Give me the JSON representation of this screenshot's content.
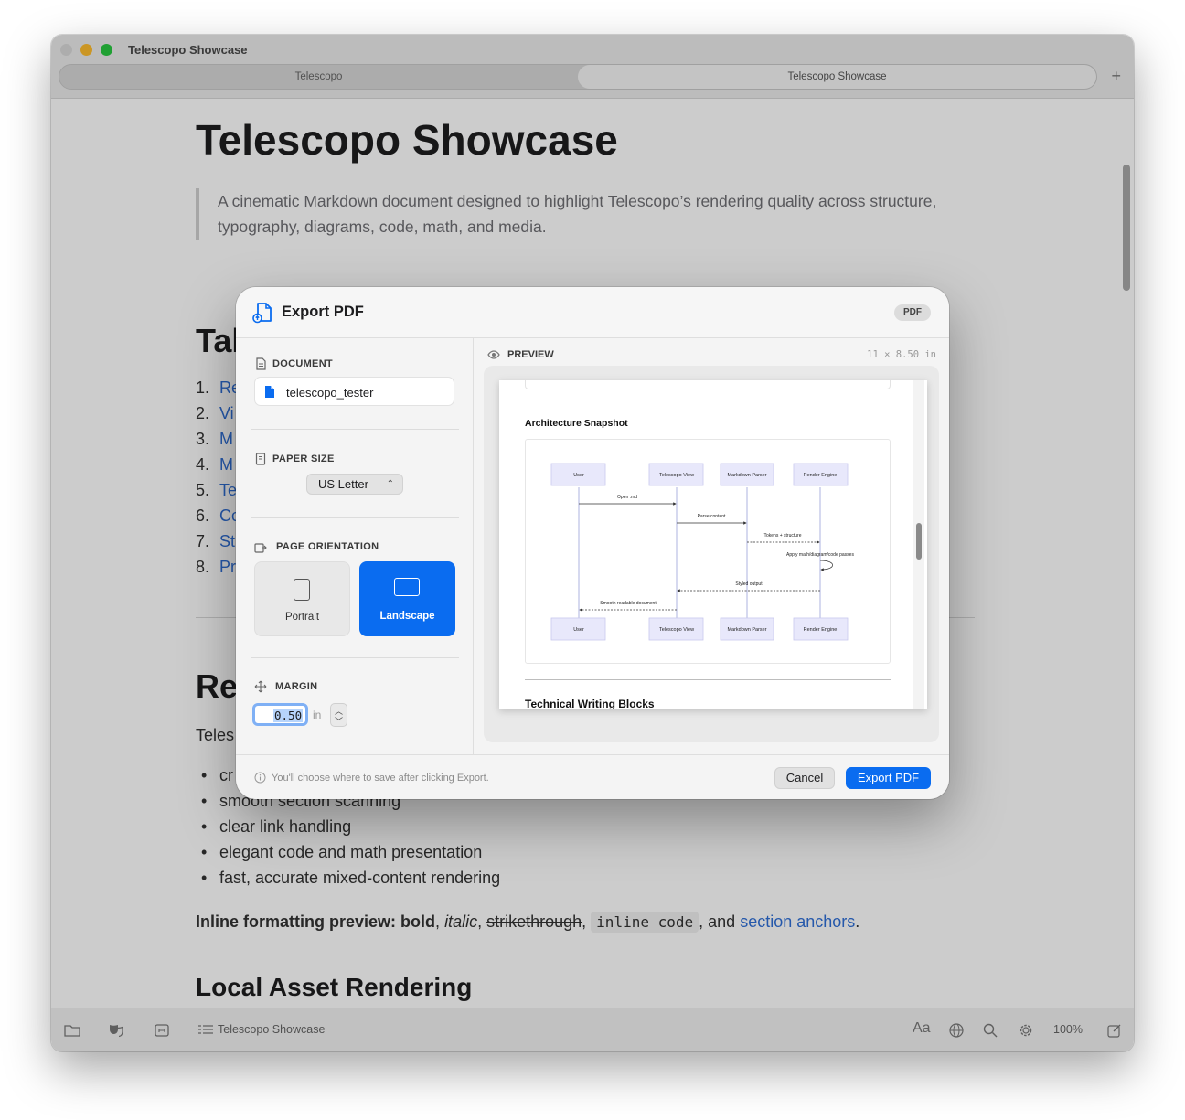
{
  "window": {
    "title": "Telescopo Showcase",
    "tabs": [
      {
        "label": "Telescopo",
        "active": false
      },
      {
        "label": "Telescopo Showcase",
        "active": true
      }
    ],
    "new_tab_label": "+"
  },
  "document": {
    "title": "Telescopo Showcase",
    "quote": "A cinematic Markdown document designed to highlight Telescopo’s rendering quality across structure, typography, diagrams, code, math, and media.",
    "toc_heading_partial": "Tal",
    "toc": [
      {
        "num": "1.",
        "text": "Re"
      },
      {
        "num": "2.",
        "text": "Vi"
      },
      {
        "num": "3.",
        "text": "M"
      },
      {
        "num": "4.",
        "text": "M"
      },
      {
        "num": "5.",
        "text": "Te"
      },
      {
        "num": "6.",
        "text": "Cc"
      },
      {
        "num": "7.",
        "text": "St"
      },
      {
        "num": "8.",
        "text": "Pr"
      }
    ],
    "section2_heading_partial": "Re",
    "section2_para_partial": "Teles",
    "bullets": [
      "cr",
      "smooth section scanning",
      "clear link handling",
      "elegant code and math presentation",
      "fast, accurate mixed-content rendering"
    ],
    "inline": {
      "label": "Inline formatting preview:",
      "bold": "bold",
      "italic": "italic",
      "strike": "strikethrough",
      "code": "inline code",
      "and": ", and",
      "link": "section anchors",
      "period": "."
    },
    "section3_heading": "Local Asset Rendering"
  },
  "statusbar": {
    "doc_label": "Telescopo Showcase",
    "font_label": "Aa",
    "zoom": "100%"
  },
  "dialog": {
    "title": "Export PDF",
    "badge": "PDF",
    "document_label": "DOCUMENT",
    "document_name": "telescopo_tester",
    "paper_size_label": "PAPER SIZE",
    "paper_size_value": "US Letter",
    "orientation_label": "PAGE ORIENTATION",
    "orientation_options": [
      "Portrait",
      "Landscape"
    ],
    "orientation_selected": "Landscape",
    "margin_label": "MARGIN",
    "margin_value": "0.50",
    "margin_unit": "in",
    "preview_label": "PREVIEW",
    "preview_dims": "11 × 8.50 in",
    "preview": {
      "section_title": "Architecture Snapshot",
      "next_section_title": "Technical Writing Blocks",
      "participants": [
        "User",
        "Telescopo View",
        "Markdown Parser",
        "Render Engine"
      ],
      "messages": [
        "Open .md",
        "Parse content",
        "Tokens + structure",
        "Apply math/diagram/code passes",
        "Styled output",
        "Smooth readable document"
      ]
    },
    "hint": "You'll choose where to save after clicking Export.",
    "cancel_label": "Cancel",
    "export_label": "Export PDF"
  },
  "colors": {
    "accent": "#0a6cf0",
    "link": "#2f6fd6",
    "participant_box": "#e8e8fb"
  }
}
